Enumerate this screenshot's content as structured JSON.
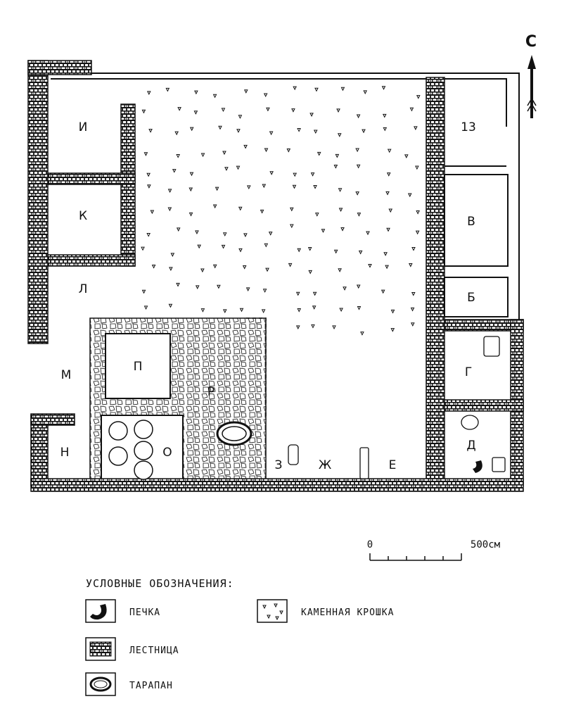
{
  "north": {
    "label": "С",
    "icon": "north-arrow-icon"
  },
  "rooms": {
    "i": "И",
    "k": "К",
    "l": "Л",
    "m": "М",
    "n": "Н",
    "o": "О",
    "p": "П",
    "r": "Р",
    "z": "З",
    "zh": "Ж",
    "e": "Е",
    "d": "Д",
    "g": "Г",
    "b": "Б",
    "v": "В",
    "n13": "13"
  },
  "scale": {
    "start": "0",
    "end": "500см"
  },
  "legend": {
    "title": "УСЛОВНЫЕ ОБОЗНАЧЕНИЯ:",
    "items": [
      {
        "label": "ПЕЧКА",
        "icon": "stove-icon"
      },
      {
        "label": "ЛЕСТНИЦА",
        "icon": "staircase-icon"
      },
      {
        "label": "ТАРАПАН",
        "icon": "tarapan-icon"
      },
      {
        "label": "КАМЕННАЯ КРОШКА",
        "icon": "stone-crumb-icon"
      }
    ]
  },
  "colors": {
    "ink": "#111111",
    "paper": "#ffffff"
  }
}
